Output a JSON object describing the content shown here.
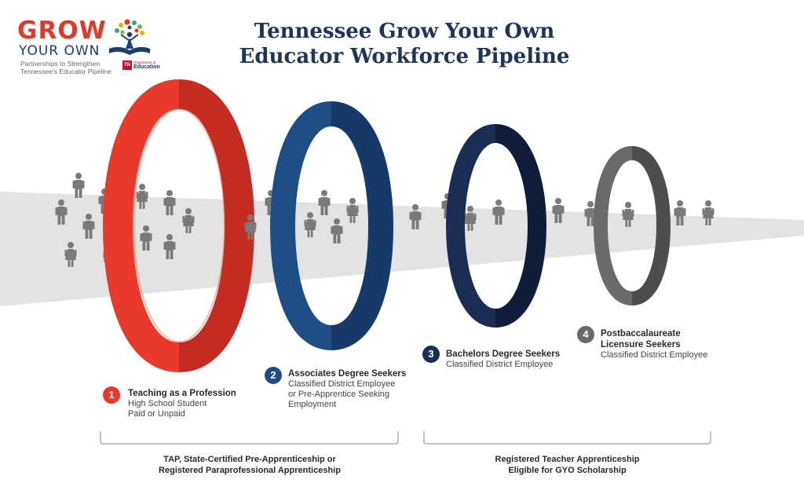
{
  "logo": {
    "line1": "GROW",
    "line2": "YOUR OWN",
    "tagline1": "Partnerships to Strengthen",
    "tagline2": "Tennessee's Educator Pipeline",
    "dept_badge": "TN",
    "dept_line1": "Department of",
    "dept_line2": "Education"
  },
  "title": {
    "line1": "Tennessee Grow Your Own",
    "line2": "Educator Workforce Pipeline"
  },
  "colors": {
    "step1": "#e8392b",
    "step2": "#1f4e87",
    "step3": "#1b2d54",
    "step4": "#6a6a6a",
    "funnel": "#e3e3e3",
    "person": "#7a7a7a",
    "title": "#1d3557"
  },
  "steps": [
    {
      "number": "1",
      "title": "Teaching as a Profession",
      "desc1": "High School Student",
      "desc2": "Paid or Unpaid",
      "desc3": ""
    },
    {
      "number": "2",
      "title": "Associates Degree Seekers",
      "desc1": "Classified District Employee",
      "desc2": "or Pre-Apprentice Seeking",
      "desc3": "Employment"
    },
    {
      "number": "3",
      "title": "Bachelors Degree Seekers",
      "desc1": "Classified District Employee",
      "desc2": "",
      "desc3": ""
    },
    {
      "number": "4",
      "title1": "Postbaccalaureate",
      "title2": "Licensure Seekers",
      "desc1": "Classified District Employee"
    }
  ],
  "groups": [
    {
      "line1": "TAP, State-Certified Pre-Apprenticeship or",
      "line2": "Registered Paraprofessional Apprenticeship"
    },
    {
      "line1": "Registered Teacher Apprenticeship",
      "line2": "Eligible for GYO Scholarship"
    }
  ]
}
